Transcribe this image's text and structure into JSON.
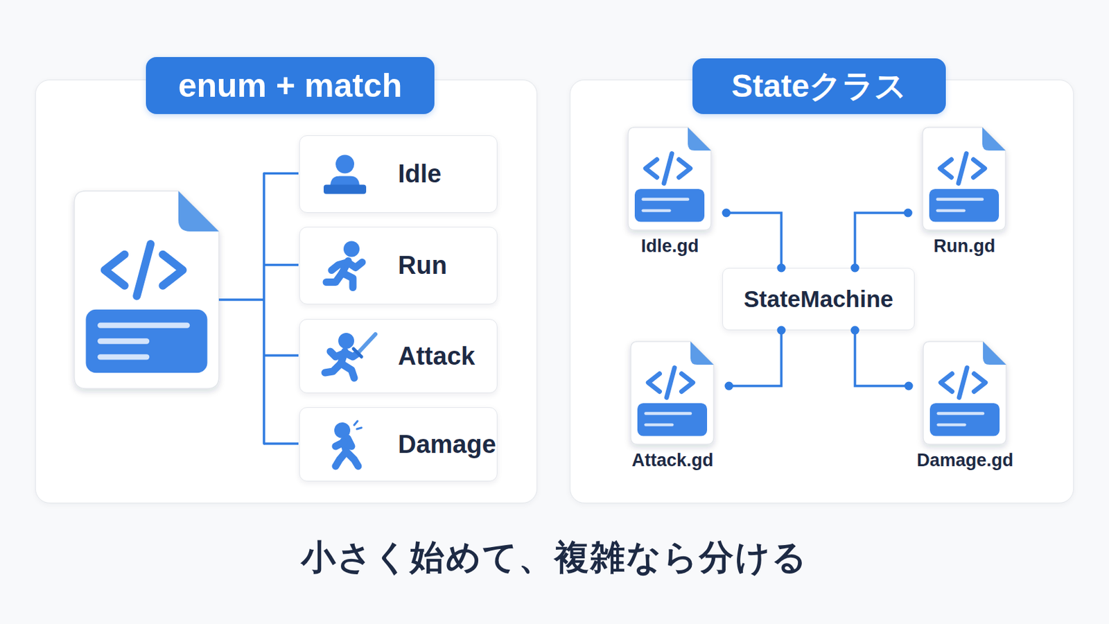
{
  "diagram": {
    "caption": "小さく始めて、複雑なら分ける",
    "nodes": [
      {
        "text": [
          "enum + match"
        ]
      },
      {
        "text": [
          "Idle"
        ],
        "in": 0
      },
      {
        "text": [
          "Run"
        ],
        "in": 0
      },
      {
        "text": [
          "Attack"
        ],
        "in": 0
      },
      {
        "text": [
          "Damage"
        ],
        "in": 0
      },
      {
        "text": [
          "Stateクラス"
        ]
      },
      {
        "text": [
          "Idle.gd"
        ],
        "in": 5
      },
      {
        "text": [
          "Run.gd"
        ],
        "in": 5
      },
      {
        "text": [
          "StateMachine"
        ],
        "in": 5
      },
      {
        "text": [
          "Attack.gd"
        ],
        "in": 5
      },
      {
        "text": [
          "Damage.gd"
        ],
        "in": 5
      }
    ],
    "edges": [
      {
        "from": 6,
        "to": 8,
        "arrow": "none"
      },
      {
        "from": 7,
        "to": 8,
        "arrow": "none"
      },
      {
        "from": 9,
        "to": 8,
        "arrow": "none"
      },
      {
        "from": 10,
        "to": 8,
        "arrow": "none"
      }
    ]
  }
}
